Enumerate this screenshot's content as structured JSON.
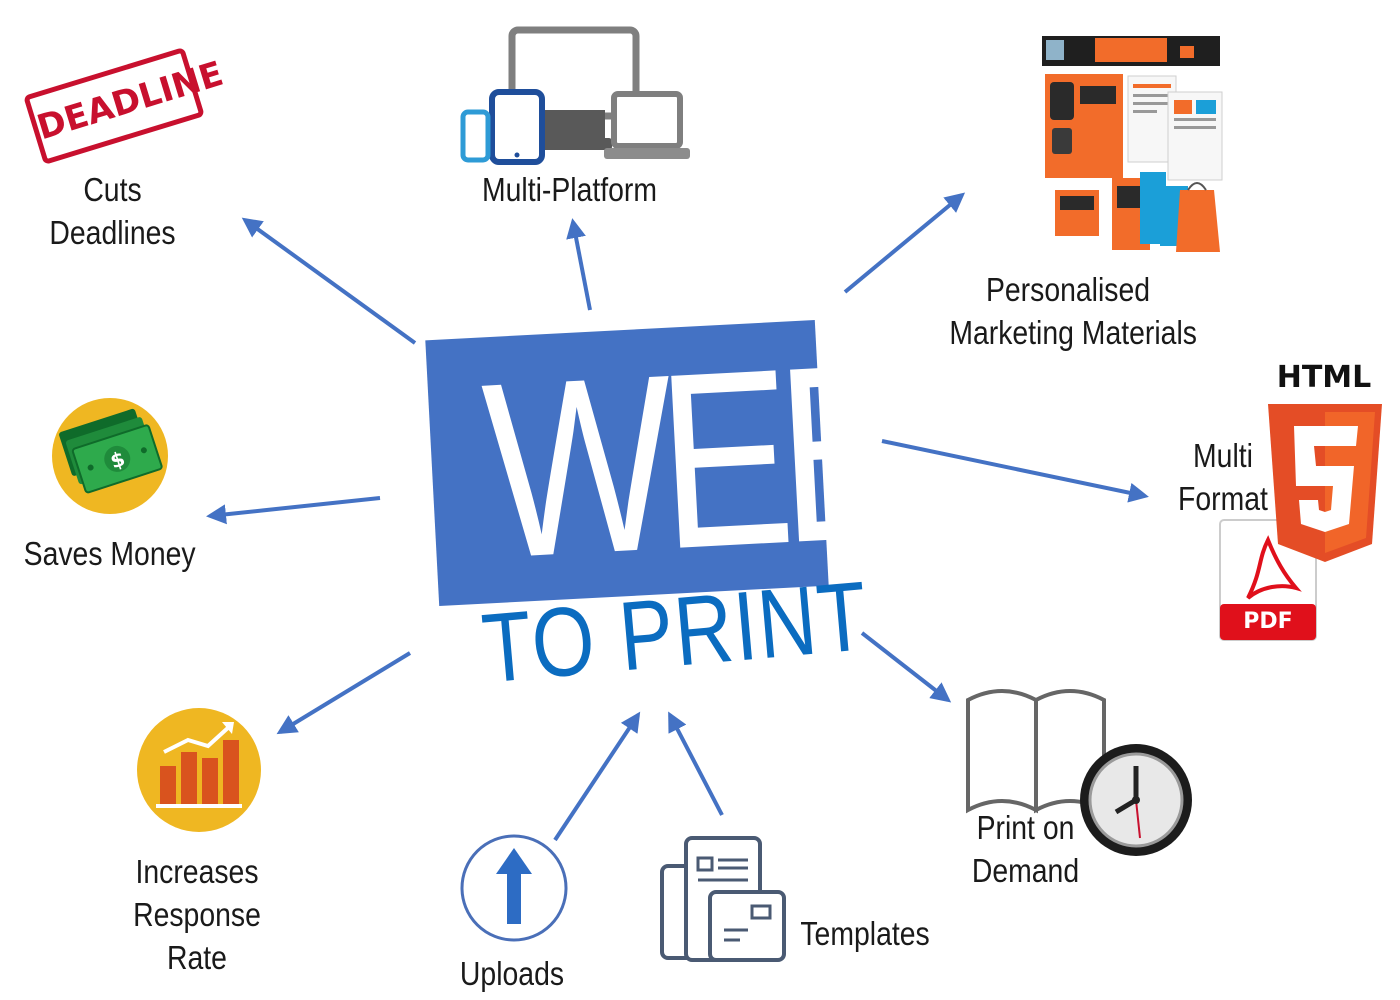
{
  "diagram": {
    "center": {
      "title": "WEB",
      "subtitle": "TO PRINT"
    },
    "nodes": {
      "cuts_deadlines": {
        "lines": [
          "Cuts",
          "Deadlines"
        ],
        "stamp_text": "DEADLINE",
        "icon": "deadline-stamp-icon"
      },
      "multi_platform": {
        "lines": [
          "Multi-Platform"
        ],
        "icon": "devices-icon"
      },
      "personalised_marketing": {
        "lines": [
          "Personalised",
          "Marketing Materials"
        ],
        "icon": "marketing-materials-icon"
      },
      "saves_money": {
        "lines": [
          "Saves Money"
        ],
        "icon": "money-icon"
      },
      "multi_format": {
        "lines": [
          "Multi",
          "Format"
        ],
        "html_badge": "HTML",
        "pdf_badge": "PDF",
        "icon": "html5-pdf-icon"
      },
      "increases_response": {
        "lines": [
          "Increases",
          "Response",
          "Rate"
        ],
        "icon": "bar-chart-icon"
      },
      "uploads": {
        "lines": [
          "Uploads"
        ],
        "icon": "upload-arrow-icon"
      },
      "templates": {
        "lines": [
          "Templates"
        ],
        "icon": "templates-icon"
      },
      "print_on_demand": {
        "lines": [
          "Print on",
          "Demand"
        ],
        "icon": "book-clock-icon"
      }
    },
    "colors": {
      "center_box": "#4472c4",
      "subtitle": "#0b6cc0",
      "arrow": "#4472c4",
      "stamp": "#c8102e",
      "coin": "#efb722",
      "html5_orange": "#e44d26",
      "pdf_red": "#e0101b"
    }
  }
}
